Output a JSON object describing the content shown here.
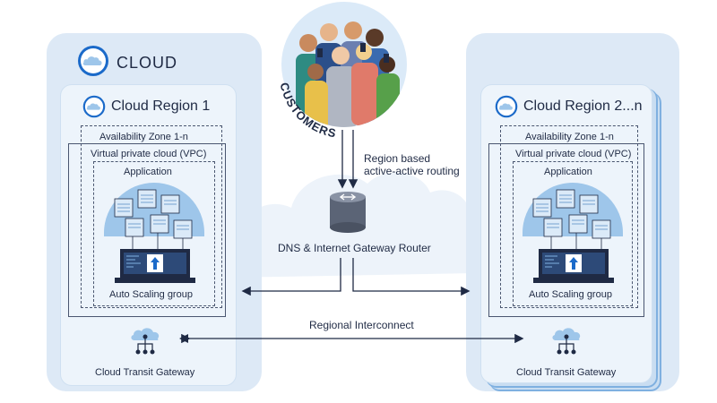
{
  "cloud": {
    "title": "CLOUD"
  },
  "customers": {
    "label": "CUSTOMERS"
  },
  "routing": {
    "note_line1": "Region based",
    "note_line2": "active-active routing",
    "router_label": "DNS & Internet Gateway Router",
    "interconnect_label": "Regional Interconnect"
  },
  "region1": {
    "title": "Cloud Region 1",
    "availability_zone": "Availability Zone 1-n",
    "vpc": "Virtual private cloud (VPC)",
    "application": "Application",
    "auto_scaling": "Auto Scaling group",
    "transit_gateway": "Cloud Transit Gateway"
  },
  "region2": {
    "title": "Cloud Region 2...n",
    "availability_zone": "Availability Zone 1-n",
    "vpc": "Virtual private cloud (VPC)",
    "application": "Application",
    "auto_scaling": "Auto Scaling group",
    "transit_gateway": "Cloud Transit Gateway"
  },
  "colors": {
    "accent": "#1b6ac9",
    "panel": "#dde9f6",
    "line": "#1f2a44"
  }
}
